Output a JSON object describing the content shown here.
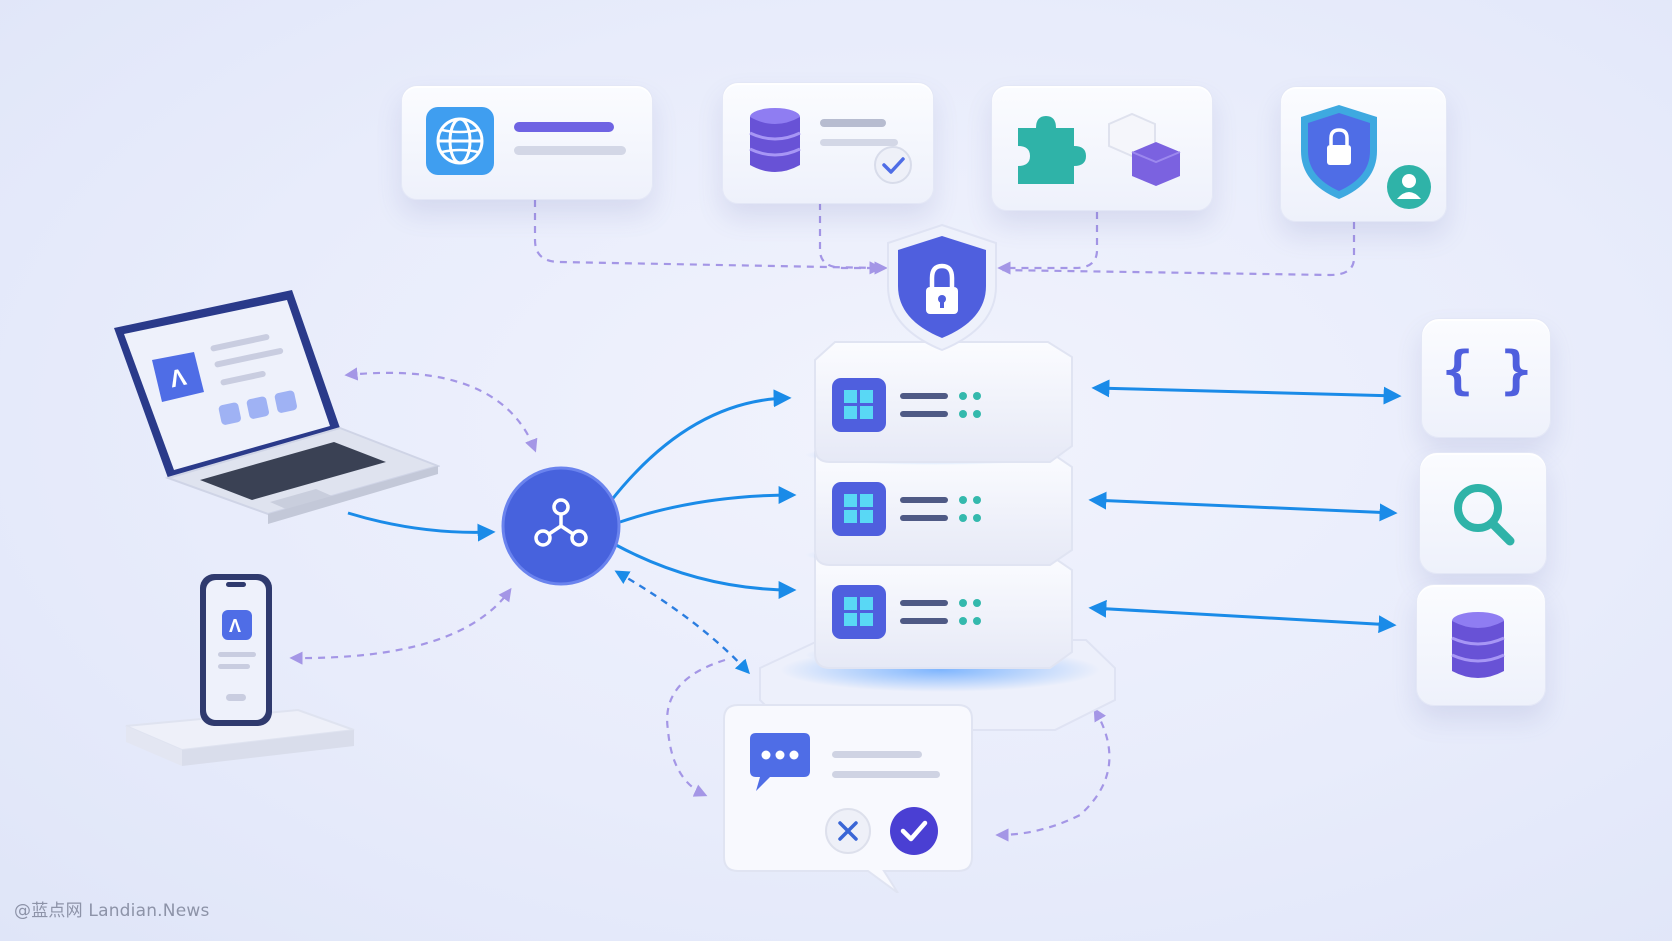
{
  "scene": {
    "watermark": "@蓝点网 Landian.News",
    "laptop_app_logo": "Λ",
    "phone_app_logo": "Λ",
    "code_icon_text": "{ }",
    "colors": {
      "primary_blue": "#4f6de6",
      "connector_blue": "#1a8be8",
      "dashed_purple": "#a496e6",
      "teal": "#2fb3a8",
      "purple": "#7b62e0",
      "glow_blue": "#5aa2ff",
      "background": "#e8ecfb"
    },
    "icons": {
      "top_cards": [
        "globe-icon",
        "database-check-icon",
        "puzzle-cubes-icon",
        "shield-user-icon"
      ],
      "hub": "network-hub-icon",
      "server_security": "shield-lock-icon",
      "right_tiles": [
        "code-braces-icon",
        "search-icon",
        "database-icon"
      ],
      "message_card": [
        "chat-bubble-icon",
        "reject-icon",
        "approve-icon"
      ]
    }
  }
}
